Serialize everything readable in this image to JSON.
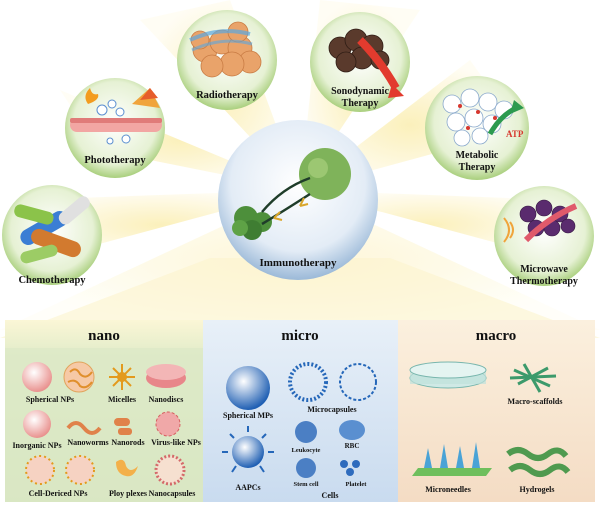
{
  "center": {
    "label": "Immunotherapy"
  },
  "therapies": [
    {
      "id": "chemotherapy",
      "lines": [
        "Chemotherapy"
      ]
    },
    {
      "id": "phototherapy",
      "lines": [
        "Phototherapy"
      ]
    },
    {
      "id": "radiotherapy",
      "lines": [
        "Radiotherapy"
      ]
    },
    {
      "id": "sonodynamic",
      "lines": [
        "Sonodynamic",
        "Therapy"
      ]
    },
    {
      "id": "metabolic",
      "lines": [
        "Metabolic",
        "Therapy"
      ]
    },
    {
      "id": "microwave",
      "lines": [
        "Microwave",
        "Thermotherapy"
      ]
    }
  ],
  "metabolic_tag": "ATP",
  "panels": {
    "nano": {
      "title": "nano",
      "items": [
        "Spherical NPs",
        "Micelles",
        "Nanodiscs",
        "Inorganic NPs",
        "Nanoworms",
        "Nanorods",
        "Virus-like NPs",
        "Cell-Dericed NPs",
        "Ploy plexes",
        "Nanocapsules"
      ]
    },
    "micro": {
      "title": "micro",
      "items": [
        "Spherical MPs",
        "Microcapsules",
        "Leukocyte",
        "RBC",
        "AAPCs",
        "Stem cell",
        "Platelet",
        "Cells"
      ]
    },
    "macro": {
      "title": "macro",
      "items": [
        "Macro-scaffolds",
        "Microneedles",
        "Hydrogels"
      ]
    }
  },
  "colors": {
    "nano_bg": "#dde9c9",
    "micro_bg": "#d9e6f4",
    "macro_bg": "#f7e5d4",
    "ray": "#f7e8a8",
    "bubble_ring": "#d0e4b3"
  }
}
